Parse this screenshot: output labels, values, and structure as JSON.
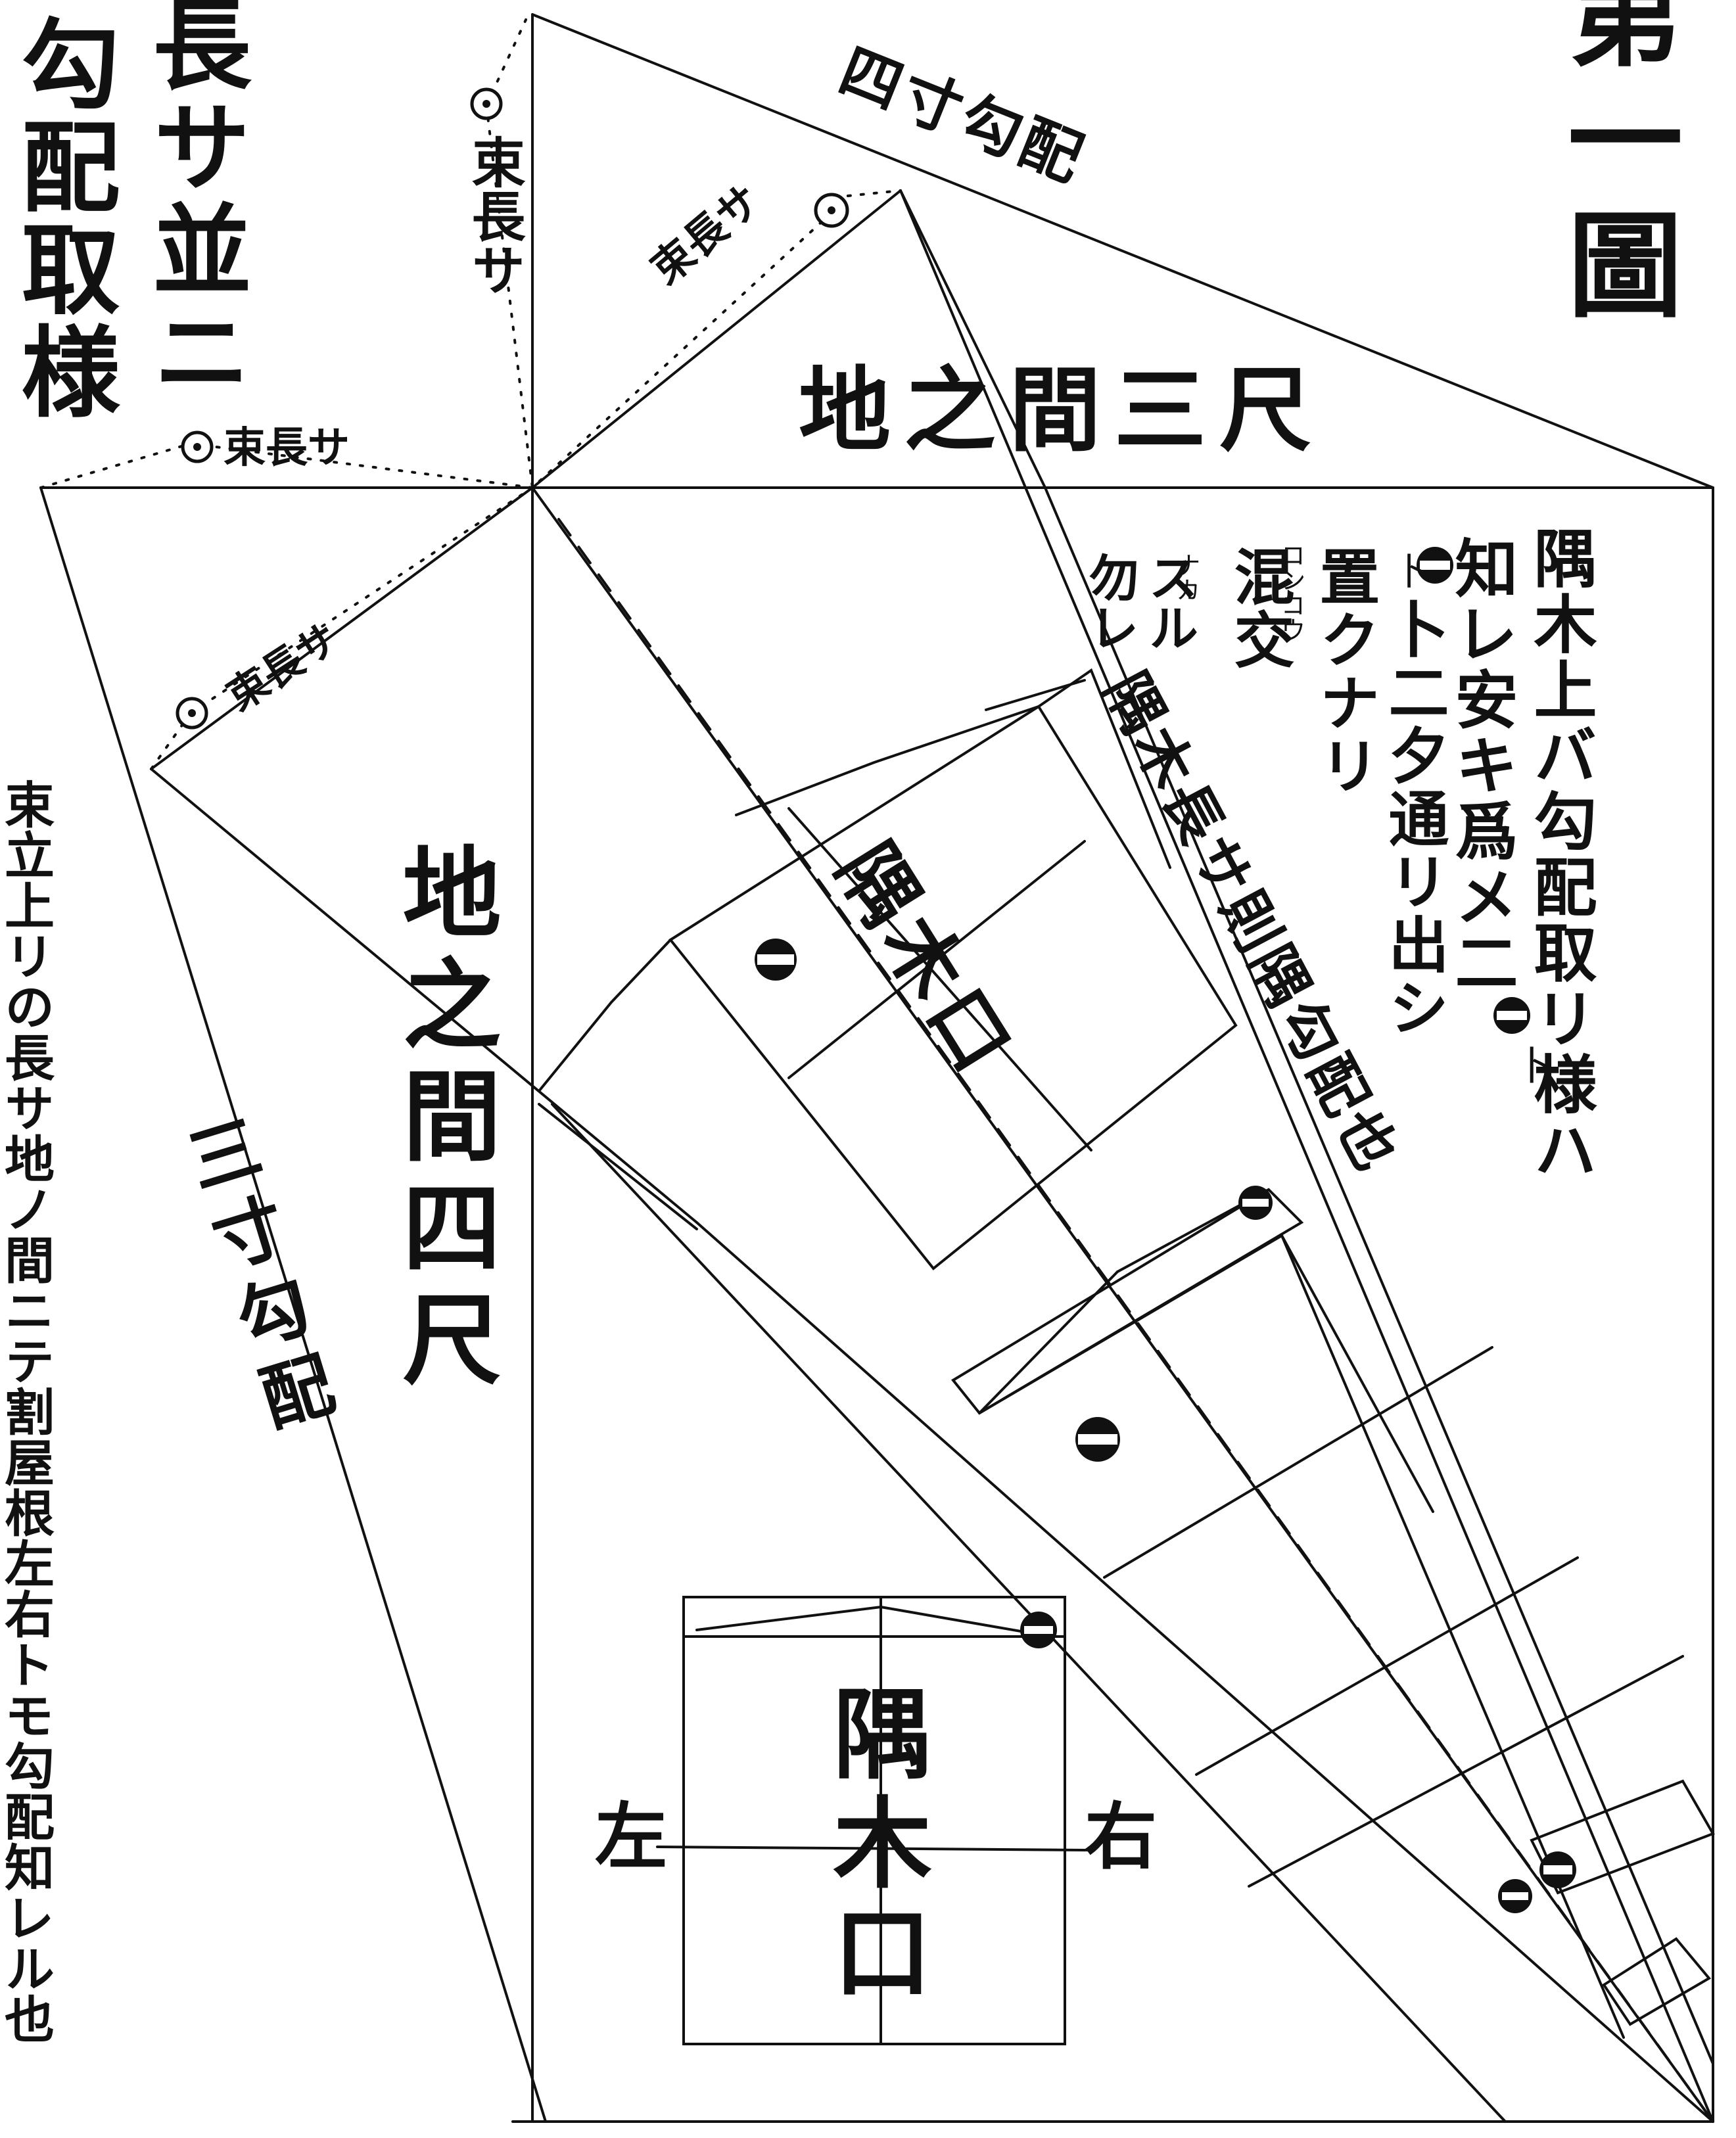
{
  "figure": {
    "number_label": "第一圖",
    "title_right_col": "勾配取様",
    "title_left_col": "長サ並ニ"
  },
  "labels": {
    "higashi_nagasa_top": "束長サ",
    "higashi_nagasa_diag_top": "束長サ",
    "higashi_nagasa_left": "束長サ",
    "higashi_nagasa_lower": "束長サ",
    "jinoma_sanjaku": "地之間三尺",
    "jinoma_yonshaku": "地之間四尺",
    "yon_sun_koubai": "四寸勾配",
    "san_sun_koubai": "三寸勾配",
    "sumi_kiguchi_upper": "隅木口",
    "sumi_kiguchi_lower": "隅木口",
    "left_mark": "左",
    "right_mark": "右"
  },
  "notes": {
    "instruction_lines": [
      "隅木上バ勾配取リ様ハ",
      "知レ安キ爲メ二",
      "卜二夕通リ出シ",
      "置クナリ",
      "混交",
      "スル",
      "勿レ"
    ],
    "instruction_small_a": "卜",
    "instruction_small_b": "卜",
    "ruby_kongou": "コンコウ",
    "ruby_naka": "ナカ",
    "sumi_nagasa_line": "隅木長サ則隅勾配也",
    "side_note": "束立上リの長サ地ノ間ニテ割屋根左右トモ勾配知レル也"
  },
  "colors": {
    "ink": "#111111",
    "paper": "#ffffff"
  }
}
